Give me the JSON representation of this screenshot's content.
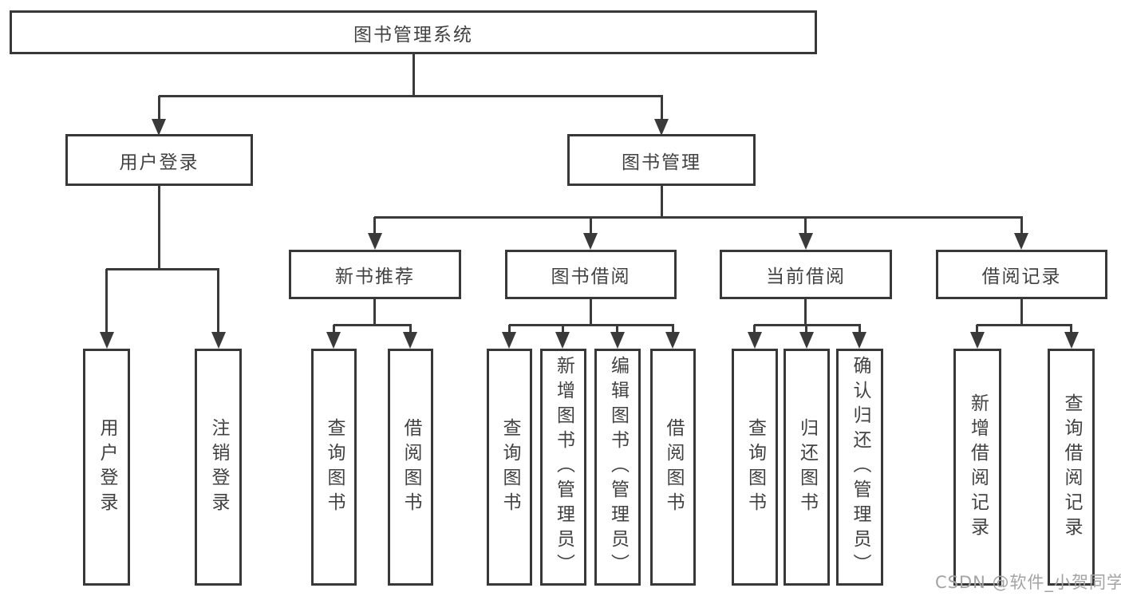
{
  "diagram_title": "图书管理系统",
  "tree": {
    "label": "图书管理系统",
    "children": [
      {
        "label": "用户登录",
        "children": [
          {
            "label": "用户登录"
          },
          {
            "label": "注销登录"
          }
        ]
      },
      {
        "label": "图书管理",
        "children": [
          {
            "label": "新书推荐",
            "children": [
              {
                "label": "查询图书"
              },
              {
                "label": "借阅图书"
              }
            ]
          },
          {
            "label": "图书借阅",
            "children": [
              {
                "label": "查询图书"
              },
              {
                "label": "新增图书（管理员）"
              },
              {
                "label": "编辑图书（管理员）"
              },
              {
                "label": "借阅图书"
              }
            ]
          },
          {
            "label": "当前借阅",
            "children": [
              {
                "label": "查询图书"
              },
              {
                "label": "归还图书"
              },
              {
                "label": "确认归还（管理员）"
              }
            ]
          },
          {
            "label": "借阅记录",
            "children": [
              {
                "label": "新增借阅记录"
              },
              {
                "label": "查询借阅记录"
              }
            ]
          }
        ]
      }
    ]
  },
  "watermark": "CSDN @软件_小贺同学",
  "colors": {
    "line": "#3a3a3a",
    "border": "#383838",
    "text": "#424242",
    "watermark": "#a3a3a3",
    "background": "#ffffff"
  }
}
